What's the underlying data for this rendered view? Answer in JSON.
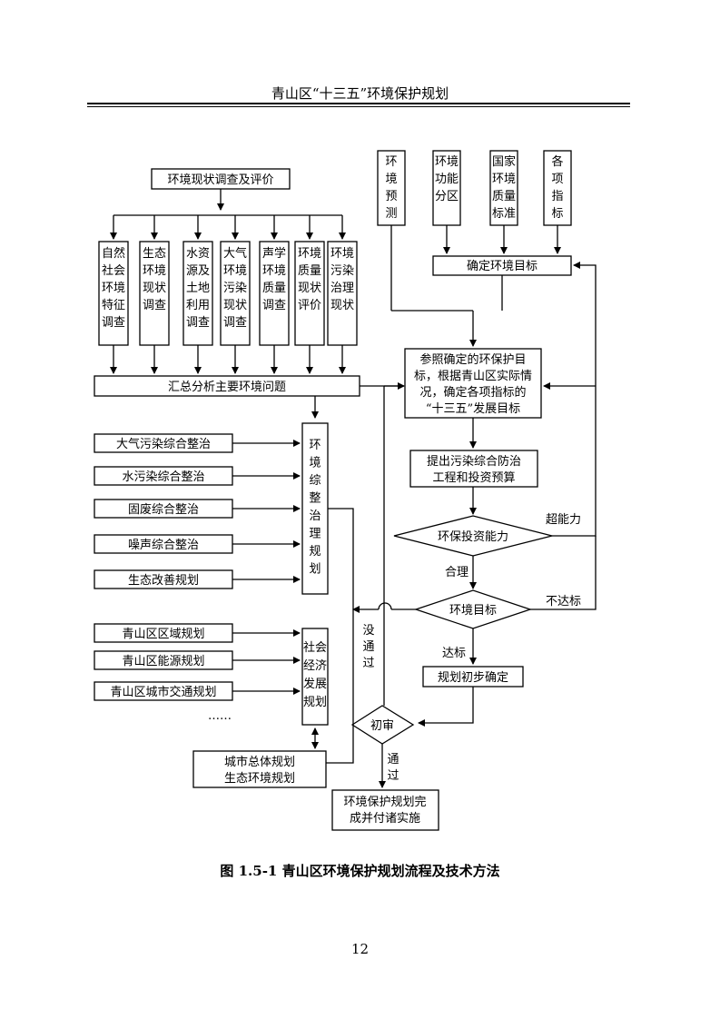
{
  "header": {
    "title": "青山区“十三五”环境保护规划"
  },
  "caption": "图 1.5-1  青山区环境保护规划流程及技术方法",
  "page_number": "12",
  "nodes": {
    "survey_title": "环境现状调查及评价",
    "survey_items": [
      [
        "自然",
        "社会",
        "环境",
        "特征",
        "调查"
      ],
      [
        "生态",
        "环境",
        "现状",
        "调查"
      ],
      [
        "水资",
        "源及",
        "土地",
        "利用",
        "调查"
      ],
      [
        "大气",
        "环境",
        "污染",
        "现状",
        "调查"
      ],
      [
        "声学",
        "环境",
        "质量",
        "调查"
      ],
      [
        "环境",
        "质量",
        "现状",
        "评价"
      ],
      [
        "环境",
        "污染",
        "治理",
        "现状"
      ]
    ],
    "summary": "汇总分析主要环境问题",
    "indicators": [
      [
        "环",
        "境",
        "预",
        "测"
      ],
      [
        "环境",
        "功能",
        "分区"
      ],
      [
        "国家",
        "环境",
        "质量",
        "标准"
      ],
      [
        "各",
        "项",
        "指",
        "标"
      ]
    ],
    "determine_target": "确定环境目标",
    "reference_lines": [
      "参照确定的环保护目",
      "标，根据青山区实际情",
      "况，确定各项指标的",
      "“十三五”发展目标"
    ],
    "pollution_plan_lines": [
      "提出污染综合防治",
      "工程和投资预算"
    ],
    "capacity_decision": "环保投资能力",
    "target_decision": "环境目标",
    "initial_plan": "规划初步确定",
    "review": "初审",
    "final_lines": [
      "环境保护规划完",
      "成并付诸实施"
    ],
    "remediation_items": [
      "大气污染综合整治",
      "水污染综合整治",
      "固废综合整治",
      "噪声综合整治",
      "生态改善规划"
    ],
    "remediation_plan": [
      "环",
      "境",
      "综",
      "整",
      "治",
      "理",
      "规",
      "划"
    ],
    "regional_items": [
      "青山区区域规划",
      "青山区能源规划",
      "青山区城市交通规划"
    ],
    "ellipsis": "……",
    "socio_plan": [
      "社会",
      "经济",
      "发展",
      "规划"
    ],
    "city_plan_lines": [
      "城市总体规划",
      "生态环境规划"
    ]
  },
  "edge_labels": {
    "super_capacity": "超能力",
    "reasonable": "合理",
    "not_reached": "不达标",
    "reached": "达标",
    "not_passed": [
      "没",
      "通",
      "过"
    ],
    "passed": [
      "通",
      "过"
    ]
  },
  "colors": {
    "line": "#000000",
    "box_fill": "#ffffff",
    "text": "#000000"
  }
}
